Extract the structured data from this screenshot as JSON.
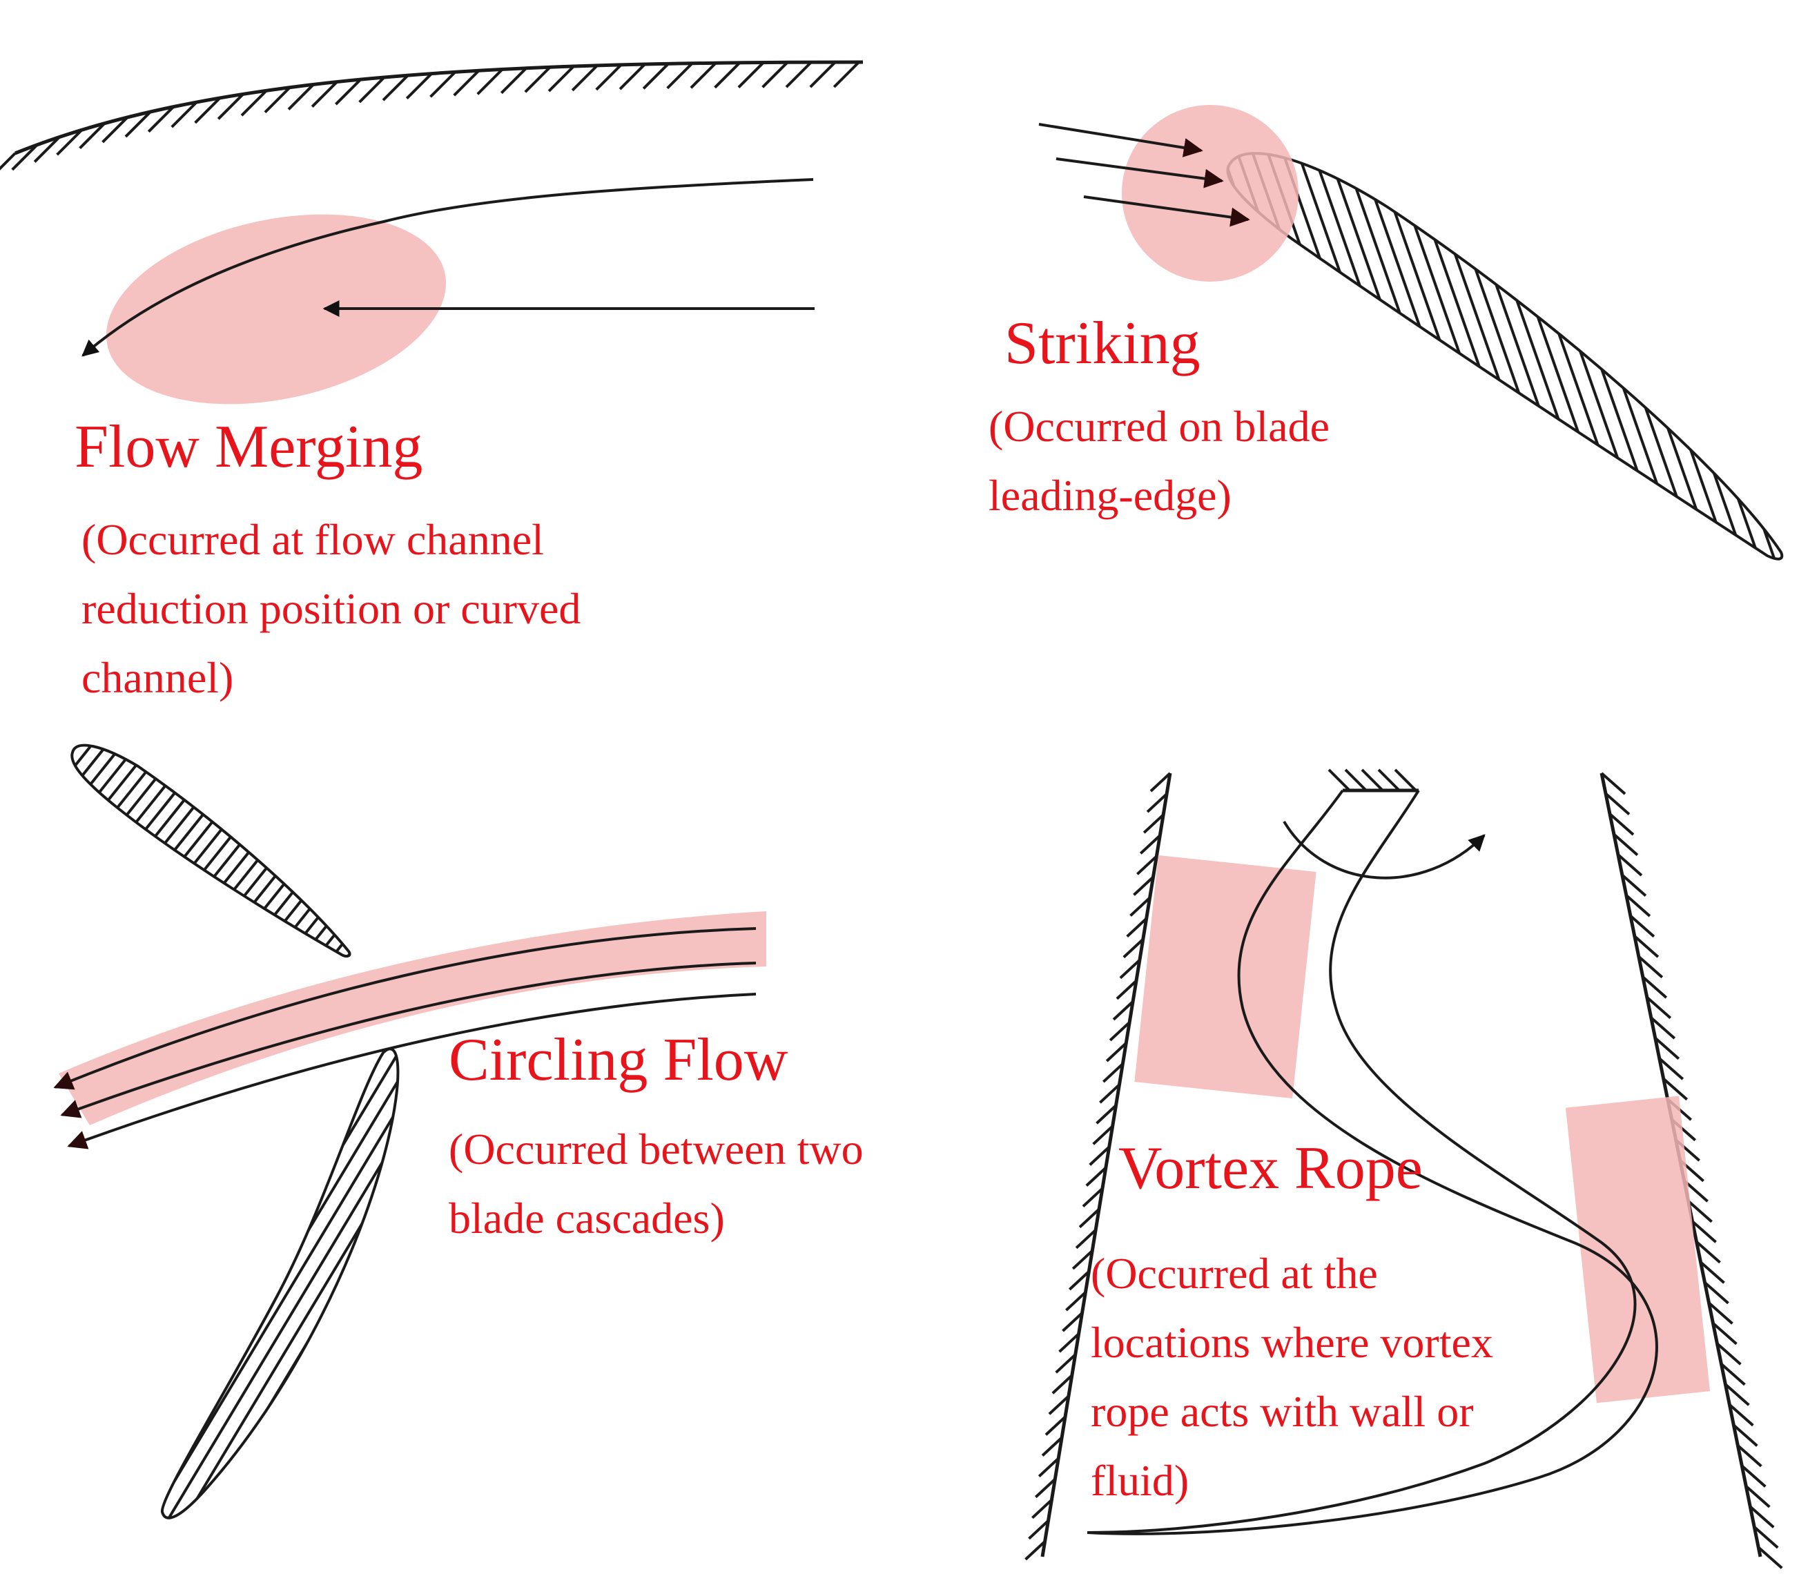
{
  "colors": {
    "text": "#e8141c",
    "highlight": "#f4b6b6",
    "ink": "#1a1a1a",
    "arrow": "#2a0a0a"
  },
  "panels": {
    "flow_merging": {
      "title": "Flow Merging",
      "lines": [
        "(Occurred at flow channel",
        "reduction position or curved",
        "channel)"
      ]
    },
    "striking": {
      "title": "Striking",
      "lines": [
        "(Occurred on blade",
        "leading-edge)"
      ]
    },
    "circling_flow": {
      "title": "Circling Flow",
      "lines": [
        "(Occurred between two",
        "blade cascades)"
      ]
    },
    "vortex_rope": {
      "title": "Vortex Rope",
      "lines": [
        "(Occurred at the",
        "locations where vortex",
        "rope acts with wall or",
        "fluid)"
      ]
    }
  }
}
